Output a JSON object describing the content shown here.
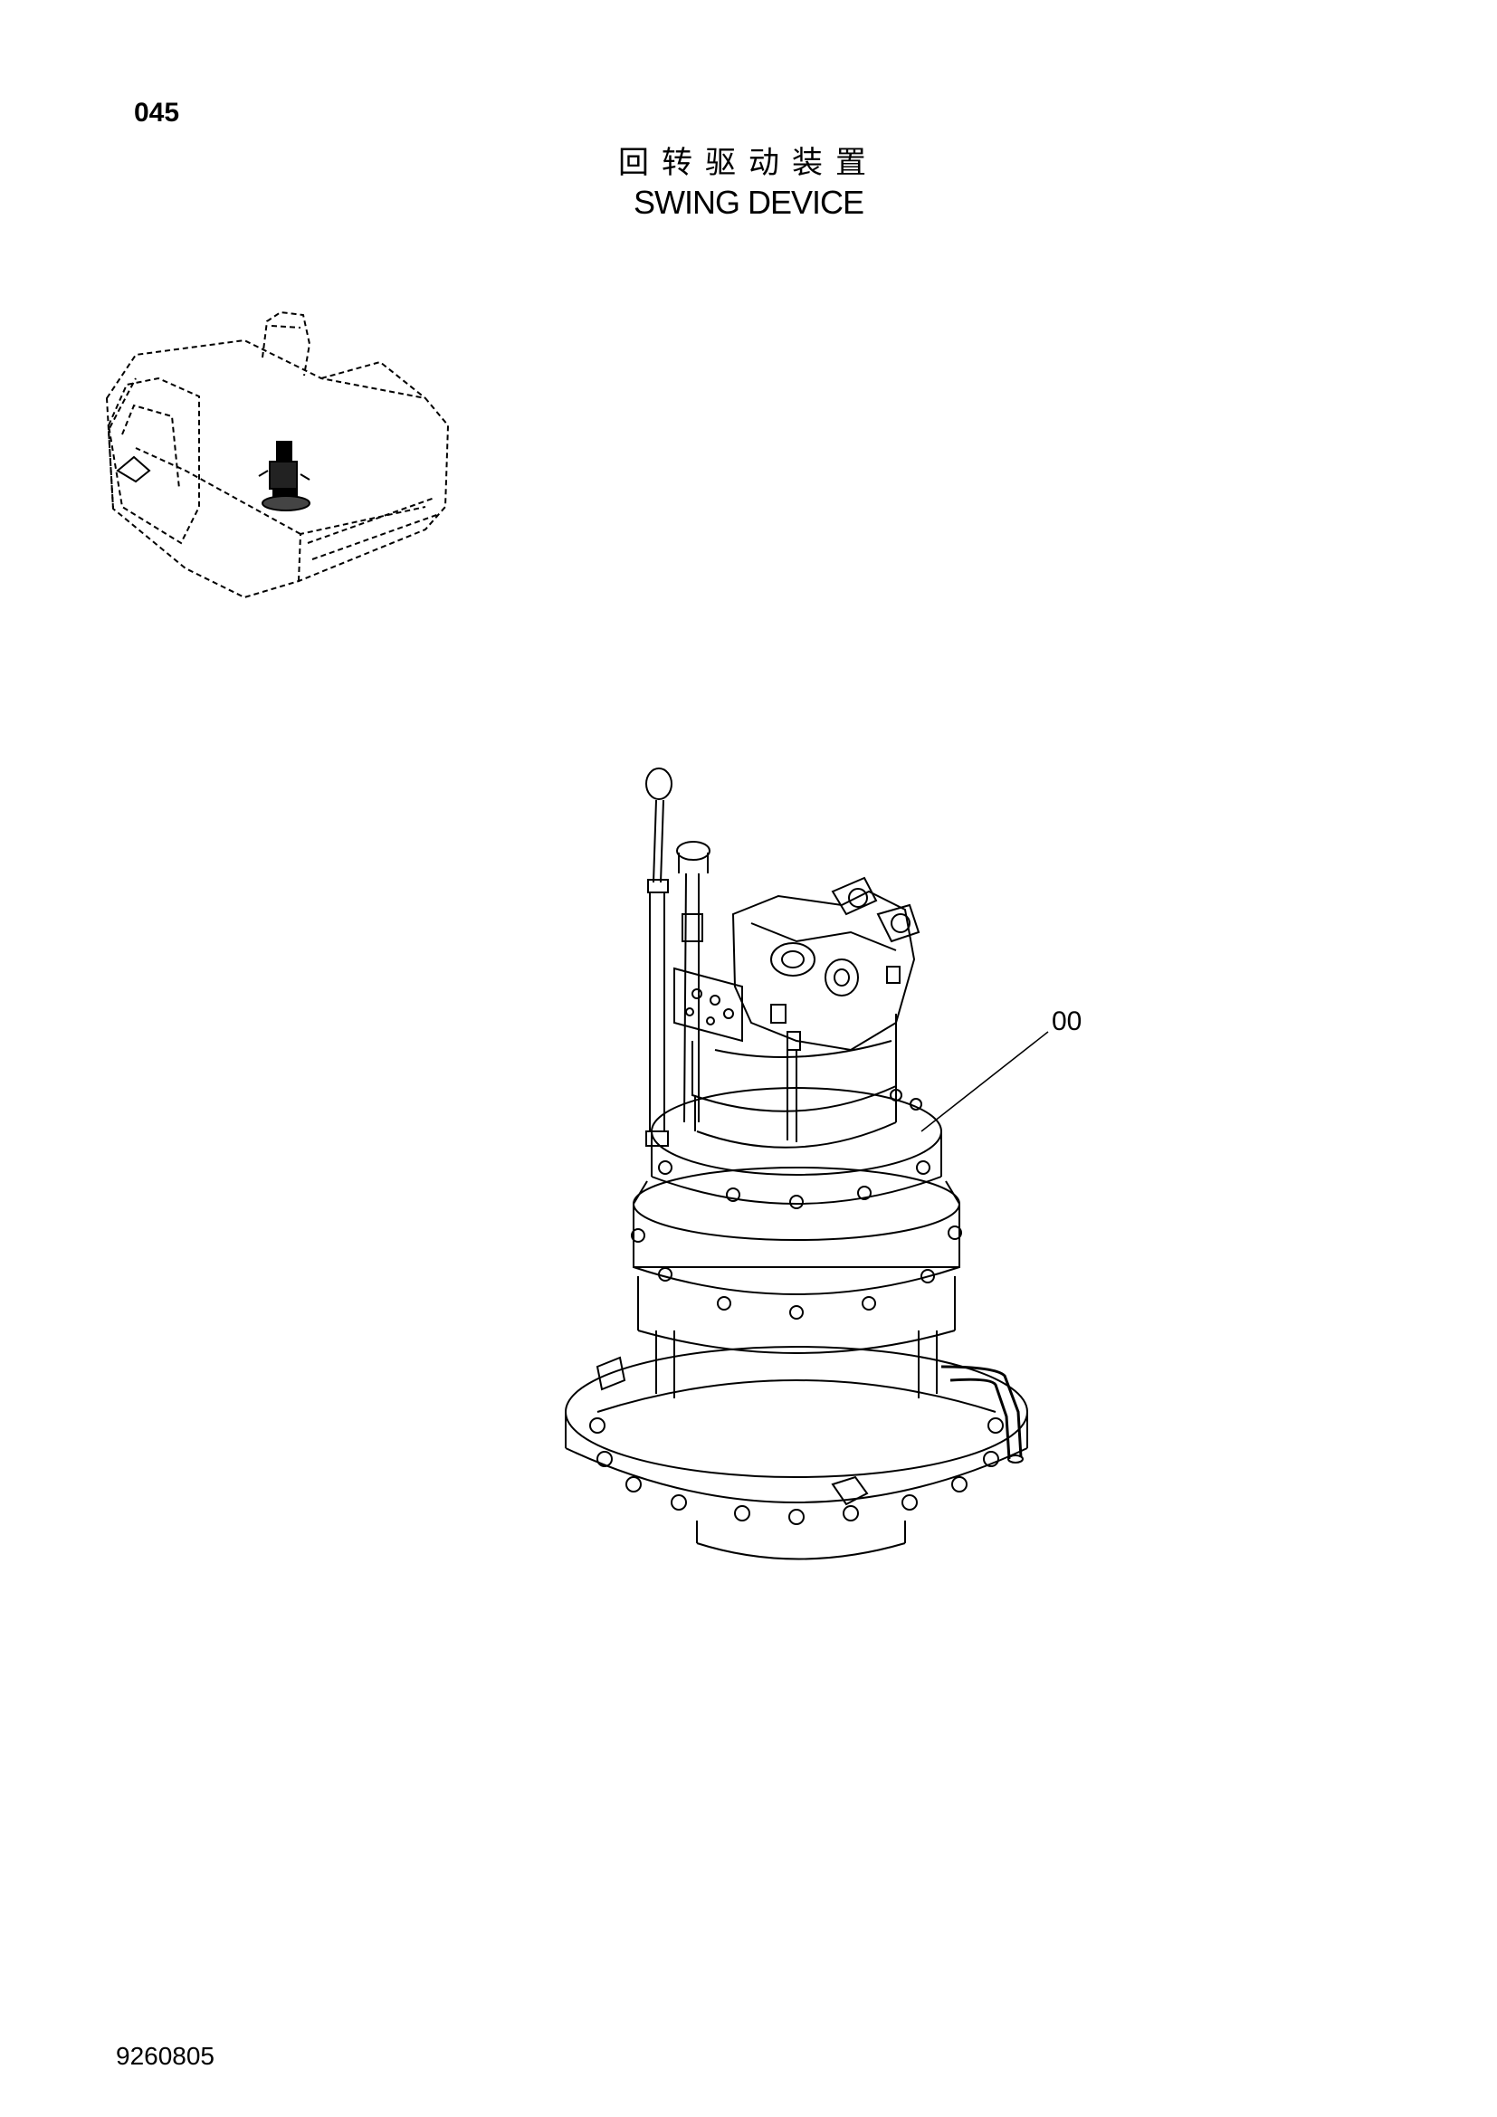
{
  "page": {
    "page_number": "045",
    "title_cn": "回转驱动装置",
    "title_en": "SWING DEVICE",
    "drawing_number": "9260805"
  },
  "diagram": {
    "callouts": [
      {
        "label": "00"
      }
    ]
  }
}
